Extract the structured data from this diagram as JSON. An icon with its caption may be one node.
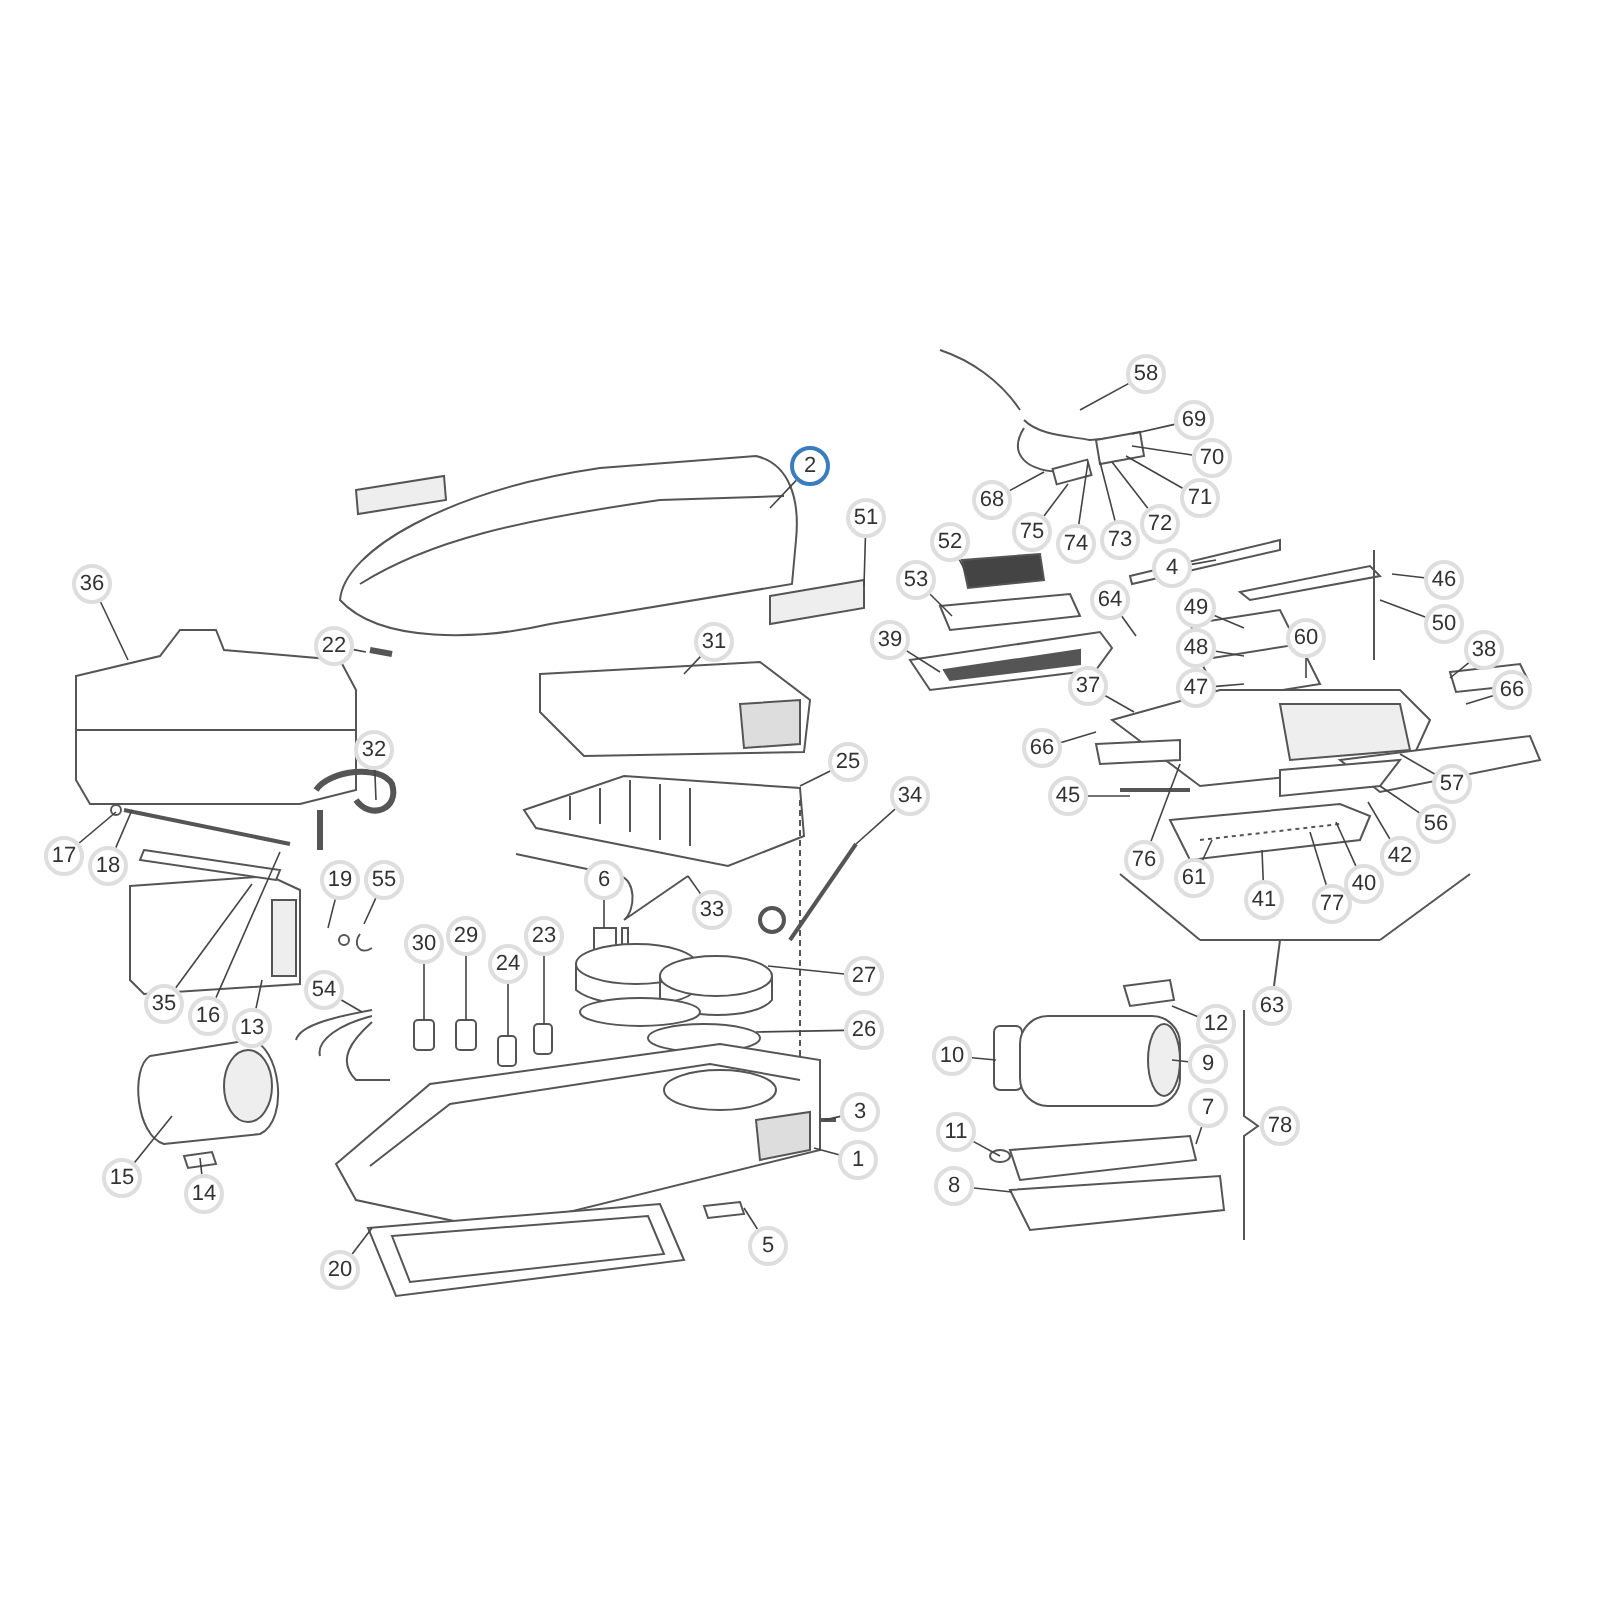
{
  "diagram": {
    "nodes": [
      {
        "text": [
          "58"
        ]
      },
      {
        "text": [
          "2"
        ]
      },
      {
        "text": [
          "69"
        ]
      },
      {
        "text": [
          "70"
        ]
      },
      {
        "text": [
          "71"
        ]
      },
      {
        "text": [
          "72"
        ]
      },
      {
        "text": [
          "68"
        ]
      },
      {
        "text": [
          "75"
        ]
      },
      {
        "text": [
          "74"
        ]
      },
      {
        "text": [
          "73"
        ]
      },
      {
        "text": [
          "51"
        ]
      },
      {
        "text": [
          "52"
        ]
      },
      {
        "text": [
          "36"
        ]
      },
      {
        "text": [
          "53"
        ]
      },
      {
        "text": [
          "4"
        ]
      },
      {
        "text": [
          "46"
        ]
      },
      {
        "text": [
          "64"
        ]
      },
      {
        "text": [
          "50"
        ]
      },
      {
        "text": [
          "49"
        ]
      },
      {
        "text": [
          "39"
        ]
      },
      {
        "text": [
          "22"
        ]
      },
      {
        "text": [
          "31"
        ]
      },
      {
        "text": [
          "48"
        ]
      },
      {
        "text": [
          "60"
        ]
      },
      {
        "text": [
          "38"
        ]
      },
      {
        "text": [
          "37"
        ]
      },
      {
        "text": [
          "47"
        ]
      },
      {
        "text": [
          "66"
        ]
      },
      {
        "text": [
          "32"
        ]
      },
      {
        "text": [
          "66"
        ]
      },
      {
        "text": [
          "25"
        ]
      },
      {
        "text": [
          "45"
        ]
      },
      {
        "text": [
          "34"
        ]
      },
      {
        "text": [
          "57"
        ]
      },
      {
        "text": [
          "17"
        ]
      },
      {
        "text": [
          "18"
        ]
      },
      {
        "text": [
          "56"
        ]
      },
      {
        "text": [
          "76"
        ]
      },
      {
        "text": [
          "19"
        ]
      },
      {
        "text": [
          "55"
        ]
      },
      {
        "text": [
          "6"
        ]
      },
      {
        "text": [
          "33"
        ]
      },
      {
        "text": [
          "61"
        ]
      },
      {
        "text": [
          "41"
        ]
      },
      {
        "text": [
          "77"
        ]
      },
      {
        "text": [
          "40"
        ]
      },
      {
        "text": [
          "42"
        ]
      },
      {
        "text": [
          "29"
        ]
      },
      {
        "text": [
          "23"
        ]
      },
      {
        "text": [
          "30"
        ]
      },
      {
        "text": [
          "24"
        ]
      },
      {
        "text": [
          "54"
        ]
      },
      {
        "text": [
          "27"
        ]
      },
      {
        "text": [
          "35"
        ]
      },
      {
        "text": [
          "16"
        ]
      },
      {
        "text": [
          "13"
        ]
      },
      {
        "text": [
          "26"
        ]
      },
      {
        "text": [
          "12"
        ]
      },
      {
        "text": [
          "10"
        ]
      },
      {
        "text": [
          "9"
        ]
      },
      {
        "text": [
          "7"
        ]
      },
      {
        "text": [
          "3"
        ]
      },
      {
        "text": [
          "11"
        ]
      },
      {
        "text": [
          "1"
        ]
      },
      {
        "text": [
          "15"
        ]
      },
      {
        "text": [
          "14"
        ]
      },
      {
        "text": [
          "8"
        ]
      },
      {
        "text": [
          "20"
        ]
      },
      {
        "text": [
          "5"
        ]
      },
      {
        "text": [
          "63"
        ]
      },
      {
        "text": [
          "78"
        ]
      }
    ],
    "edges": [
      {
        "from": 0,
        "to": null,
        "arrow": "none"
      },
      {
        "from": 1,
        "to": null,
        "arrow": "none"
      },
      {
        "from": 2,
        "to": null,
        "arrow": "none"
      },
      {
        "from": 3,
        "to": null,
        "arrow": "none"
      },
      {
        "from": 4,
        "to": null,
        "arrow": "none"
      },
      {
        "from": 5,
        "to": null,
        "arrow": "none"
      },
      {
        "from": 6,
        "to": null,
        "arrow": "none"
      },
      {
        "from": 7,
        "to": null,
        "arrow": "none"
      },
      {
        "from": 8,
        "to": null,
        "arrow": "none"
      },
      {
        "from": 9,
        "to": null,
        "arrow": "none"
      },
      {
        "from": 10,
        "to": null,
        "arrow": "none"
      },
      {
        "from": 11,
        "to": null,
        "arrow": "none"
      },
      {
        "from": 12,
        "to": null,
        "arrow": "none"
      },
      {
        "from": 13,
        "to": null,
        "arrow": "none"
      },
      {
        "from": 14,
        "to": null,
        "arrow": "none"
      },
      {
        "from": 15,
        "to": null,
        "arrow": "none"
      },
      {
        "from": 16,
        "to": null,
        "arrow": "none"
      },
      {
        "from": 17,
        "to": null,
        "arrow": "none"
      },
      {
        "from": 18,
        "to": null,
        "arrow": "none"
      },
      {
        "from": 19,
        "to": null,
        "arrow": "none"
      },
      {
        "from": 20,
        "to": null,
        "arrow": "none"
      },
      {
        "from": 21,
        "to": null,
        "arrow": "none"
      },
      {
        "from": 22,
        "to": null,
        "arrow": "none"
      },
      {
        "from": 23,
        "to": null,
        "arrow": "none"
      },
      {
        "from": 24,
        "to": null,
        "arrow": "none"
      },
      {
        "from": 25,
        "to": null,
        "arrow": "none"
      },
      {
        "from": 26,
        "to": null,
        "arrow": "none"
      },
      {
        "from": 27,
        "to": null,
        "arrow": "none"
      },
      {
        "from": 28,
        "to": null,
        "arrow": "none"
      },
      {
        "from": 29,
        "to": null,
        "arrow": "none"
      },
      {
        "from": 30,
        "to": null,
        "arrow": "none"
      },
      {
        "from": 31,
        "to": null,
        "arrow": "none"
      },
      {
        "from": 32,
        "to": null,
        "arrow": "none"
      },
      {
        "from": 33,
        "to": null,
        "arrow": "none"
      },
      {
        "from": 34,
        "to": null,
        "arrow": "none"
      },
      {
        "from": 35,
        "to": null,
        "arrow": "none"
      },
      {
        "from": 36,
        "to": null,
        "arrow": "none"
      },
      {
        "from": 37,
        "to": null,
        "arrow": "none"
      },
      {
        "from": 38,
        "to": null,
        "arrow": "none"
      },
      {
        "from": 39,
        "to": null,
        "arrow": "none"
      },
      {
        "from": 40,
        "to": null,
        "arrow": "none"
      },
      {
        "from": 41,
        "to": null,
        "arrow": "none"
      },
      {
        "from": 42,
        "to": null,
        "arrow": "none"
      },
      {
        "from": 43,
        "to": null,
        "arrow": "none"
      },
      {
        "from": 44,
        "to": null,
        "arrow": "none"
      },
      {
        "from": 45,
        "to": null,
        "arrow": "none"
      },
      {
        "from": 46,
        "to": null,
        "arrow": "none"
      },
      {
        "from": 47,
        "to": null,
        "arrow": "none"
      },
      {
        "from": 48,
        "to": null,
        "arrow": "none"
      },
      {
        "from": 49,
        "to": null,
        "arrow": "none"
      },
      {
        "from": 50,
        "to": null,
        "arrow": "none"
      },
      {
        "from": 51,
        "to": null,
        "arrow": "none"
      },
      {
        "from": 52,
        "to": null,
        "arrow": "none"
      },
      {
        "from": 53,
        "to": null,
        "arrow": "none"
      },
      {
        "from": 54,
        "to": null,
        "arrow": "none"
      },
      {
        "from": 55,
        "to": null,
        "arrow": "none"
      },
      {
        "from": 56,
        "to": null,
        "arrow": "none"
      },
      {
        "from": 57,
        "to": null,
        "arrow": "none"
      },
      {
        "from": 58,
        "to": null,
        "arrow": "none"
      },
      {
        "from": 59,
        "to": null,
        "arrow": "none"
      },
      {
        "from": 60,
        "to": null,
        "arrow": "none"
      },
      {
        "from": 61,
        "to": null,
        "arrow": "none"
      },
      {
        "from": 62,
        "to": null,
        "arrow": "none"
      },
      {
        "from": 63,
        "to": null,
        "arrow": "none"
      },
      {
        "from": 64,
        "to": null,
        "arrow": "none"
      },
      {
        "from": 65,
        "to": null,
        "arrow": "none"
      },
      {
        "from": 66,
        "to": null,
        "arrow": "none"
      },
      {
        "from": 67,
        "to": null,
        "arrow": "none"
      },
      {
        "from": 68,
        "to": null,
        "arrow": "none"
      }
    ]
  }
}
